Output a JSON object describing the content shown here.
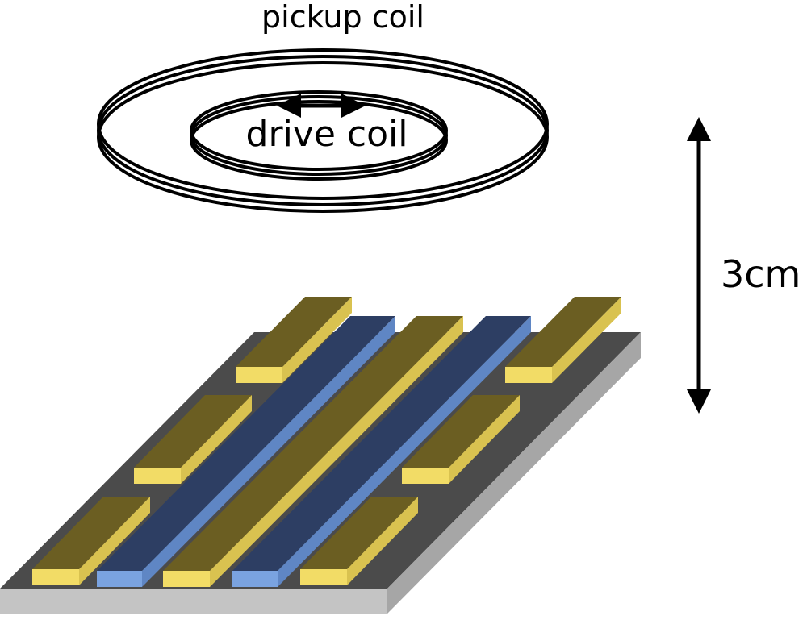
{
  "labels": {
    "pickup_coil": "pickup coil",
    "drive_coil": "drive coil",
    "scale": "3cm"
  },
  "colors": {
    "substrate_top": "#4b4b4b",
    "substrate_side": "#c4c4c4",
    "gold_top": "#6b5e22",
    "gold_side": "#f2dc66",
    "blue_top": "#2d3e63",
    "blue_side": "#7aa3e0",
    "line": "#000000"
  }
}
